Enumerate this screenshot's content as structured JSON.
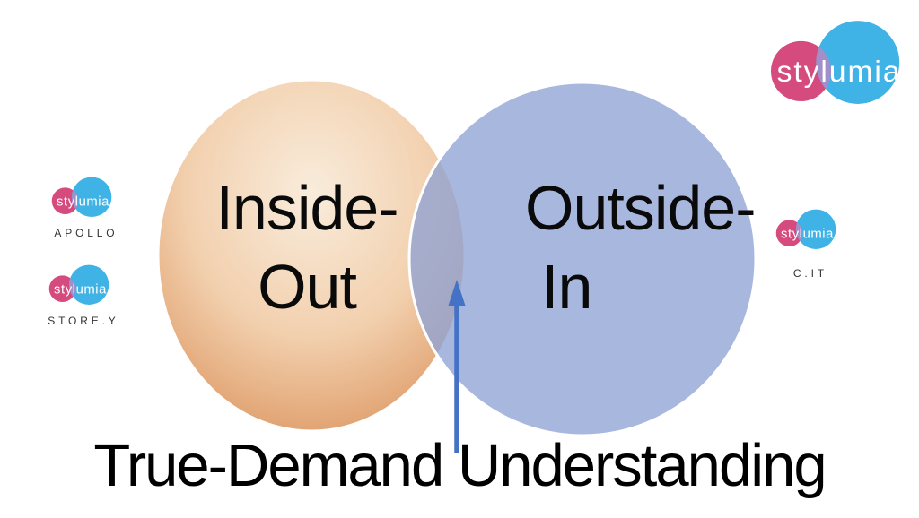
{
  "slide": {
    "title": "True-Demand Understanding",
    "background": "#ffffff"
  },
  "venn": {
    "left": {
      "line1": "Inside-",
      "line2": "Out",
      "gradient_inner": "#f9ecdc",
      "gradient_mid": "#f2d0ae",
      "gradient_edge": "#d98d55"
    },
    "right": {
      "line1": "Outside-",
      "line2": "In",
      "fill": "#8fa3d4"
    },
    "arrow": {
      "color": "#4472c4"
    }
  },
  "brand": {
    "name": "stylumia",
    "pink": "#d64b7e",
    "blue": "#3fb2e6",
    "overlap_purple": "#a18fc9",
    "text_color": "#ffffff"
  },
  "products": {
    "apollo": "APOLLO",
    "storey": "STORE.Y",
    "cit": "C.IT"
  }
}
